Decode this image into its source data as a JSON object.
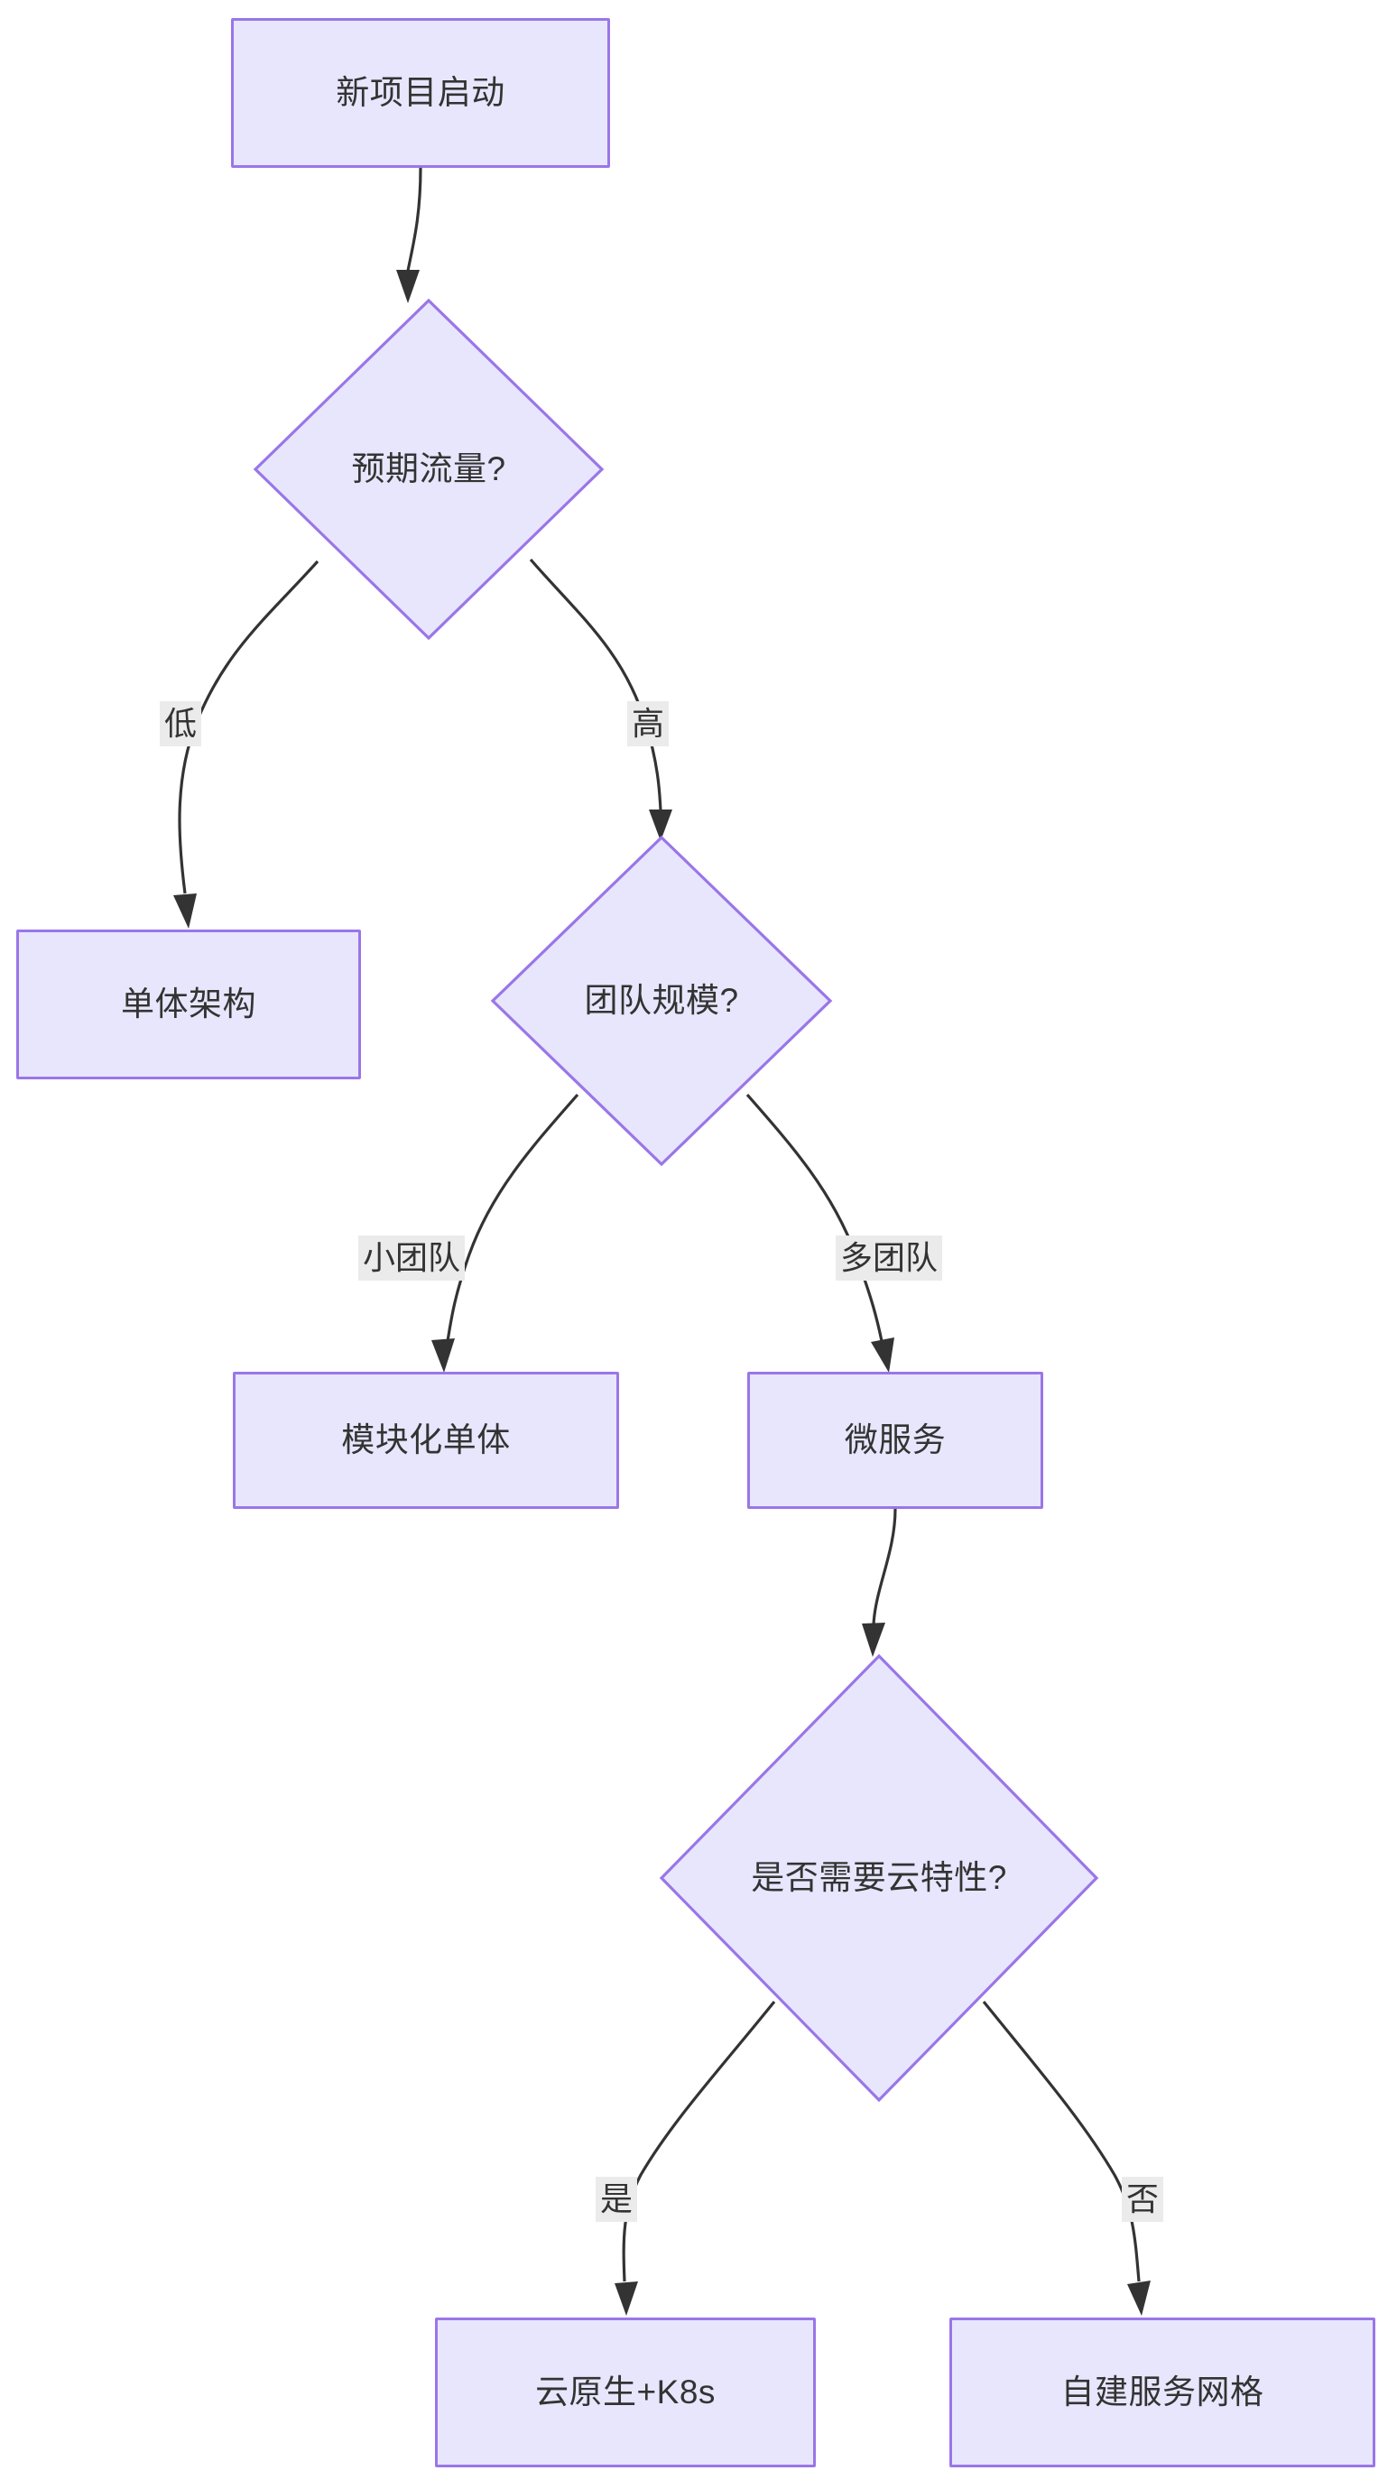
{
  "diagram": {
    "type": "flowchart",
    "direction": "top-down",
    "title": "",
    "theme": {
      "node_fill": "#e8e6fc",
      "node_border": "#9a76e8",
      "node_text": "#333333",
      "edge_stroke": "#333333",
      "edge_label_bg": "#ebebeb",
      "background": "#ffffff"
    },
    "nodes": [
      {
        "id": "start",
        "label": "新项目启动",
        "shape": "rect"
      },
      {
        "id": "traffic",
        "label": "预期流量?",
        "shape": "diamond"
      },
      {
        "id": "mono",
        "label": "单体架构",
        "shape": "rect"
      },
      {
        "id": "team",
        "label": "团队规模?",
        "shape": "diamond"
      },
      {
        "id": "modmono",
        "label": "模块化单体",
        "shape": "rect"
      },
      {
        "id": "micro",
        "label": "微服务",
        "shape": "rect"
      },
      {
        "id": "cloud",
        "label": "是否需要云特性?",
        "shape": "diamond"
      },
      {
        "id": "k8s",
        "label": "云原生+K8s",
        "shape": "rect"
      },
      {
        "id": "mesh",
        "label": "自建服务网格",
        "shape": "rect"
      }
    ],
    "edges": [
      {
        "from": "start",
        "to": "traffic",
        "label": ""
      },
      {
        "from": "traffic",
        "to": "mono",
        "label": "低"
      },
      {
        "from": "traffic",
        "to": "team",
        "label": "高"
      },
      {
        "from": "team",
        "to": "modmono",
        "label": "小团队"
      },
      {
        "from": "team",
        "to": "micro",
        "label": "多团队"
      },
      {
        "from": "micro",
        "to": "cloud",
        "label": ""
      },
      {
        "from": "cloud",
        "to": "k8s",
        "label": "是"
      },
      {
        "from": "cloud",
        "to": "mesh",
        "label": "否"
      }
    ]
  }
}
